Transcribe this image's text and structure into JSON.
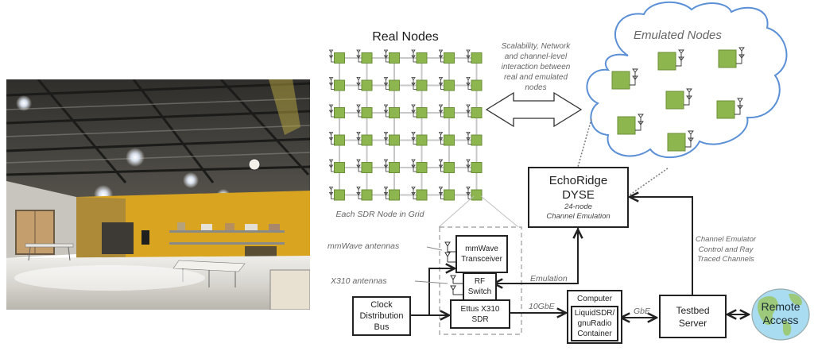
{
  "photo": {
    "description": "Indoor testbed lab with open ceiling grid, lights, yellow wall and tables",
    "colors": {
      "wall": "#d9a41f",
      "ceiling": "#3a3a38",
      "floor": "#d8d6d2"
    }
  },
  "real_nodes": {
    "title": "Real Nodes",
    "rows": 6,
    "cols": 6,
    "caption": "Each SDR Node in Grid",
    "node_color": "#8db64f",
    "grid_line_color": "#c8c8c8"
  },
  "interaction": {
    "text_lines": [
      "Scalability, Network",
      "and channel-level",
      "interaction between",
      "real and emulated",
      "nodes"
    ]
  },
  "emulated_nodes": {
    "title": "Emulated Nodes",
    "count": 7,
    "cloud_color": "#5b8fd6"
  },
  "echoridge": {
    "line1": "EchoRidge",
    "line2": "DYSE",
    "sub1": "24-node",
    "sub2": "Channel Emulation"
  },
  "node_detail": {
    "mmwave_antennas_label": "mmWave antennas",
    "x310_antennas_label": "X310 antennas",
    "mmwave_box": [
      "mmWave",
      "Transceiver"
    ],
    "rf_switch_box": [
      "RF",
      "Switch"
    ],
    "ettus_box": [
      "Ettus X310",
      "SDR"
    ],
    "clock_box": [
      "Clock",
      "Distribution",
      "Bus"
    ]
  },
  "links": {
    "emulation": "Emulation",
    "ten_gbe": "10GbE",
    "gbe": "GbE",
    "channel_control": [
      "Channel Emulator",
      "Control and Ray",
      "Traced Channels"
    ]
  },
  "computer": {
    "title": "Computer",
    "inner": [
      "LiquidSDR/",
      "gnuRadio",
      "Container"
    ]
  },
  "testbed_server": [
    "Testbed",
    "Server"
  ],
  "remote_access": {
    "line1": "Remote",
    "line2": "Access",
    "ocean_color": "#a9dcf0",
    "land_color": "#9cc97a"
  }
}
